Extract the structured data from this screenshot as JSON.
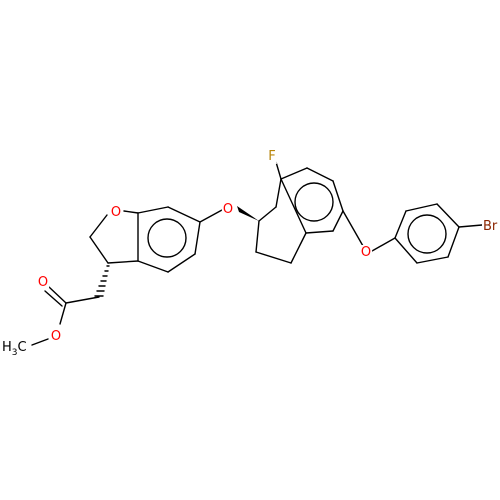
{
  "colors": {
    "bond": "#000000",
    "oxygen": "#ff0000",
    "fluorine": "#b8860b",
    "bromine": "#8b2500",
    "carbon": "#000000"
  },
  "atoms": {
    "f": {
      "text": "F",
      "color_key": "fluorine"
    },
    "o_bridge": {
      "text": "O",
      "color_key": "oxygen"
    },
    "o_aryl": {
      "text": "O",
      "color_key": "oxygen"
    },
    "o_furan": {
      "text": "O",
      "color_key": "oxygen"
    },
    "br": {
      "text": "Br",
      "color_key": "bromine"
    },
    "o_carbonyl": {
      "text": "O",
      "color_key": "oxygen"
    },
    "o_ester": {
      "text": "O",
      "color_key": "oxygen"
    },
    "methyl": {
      "text_main": "H",
      "text_sub": "3",
      "text_tail": "C",
      "color_key": "carbon"
    }
  }
}
